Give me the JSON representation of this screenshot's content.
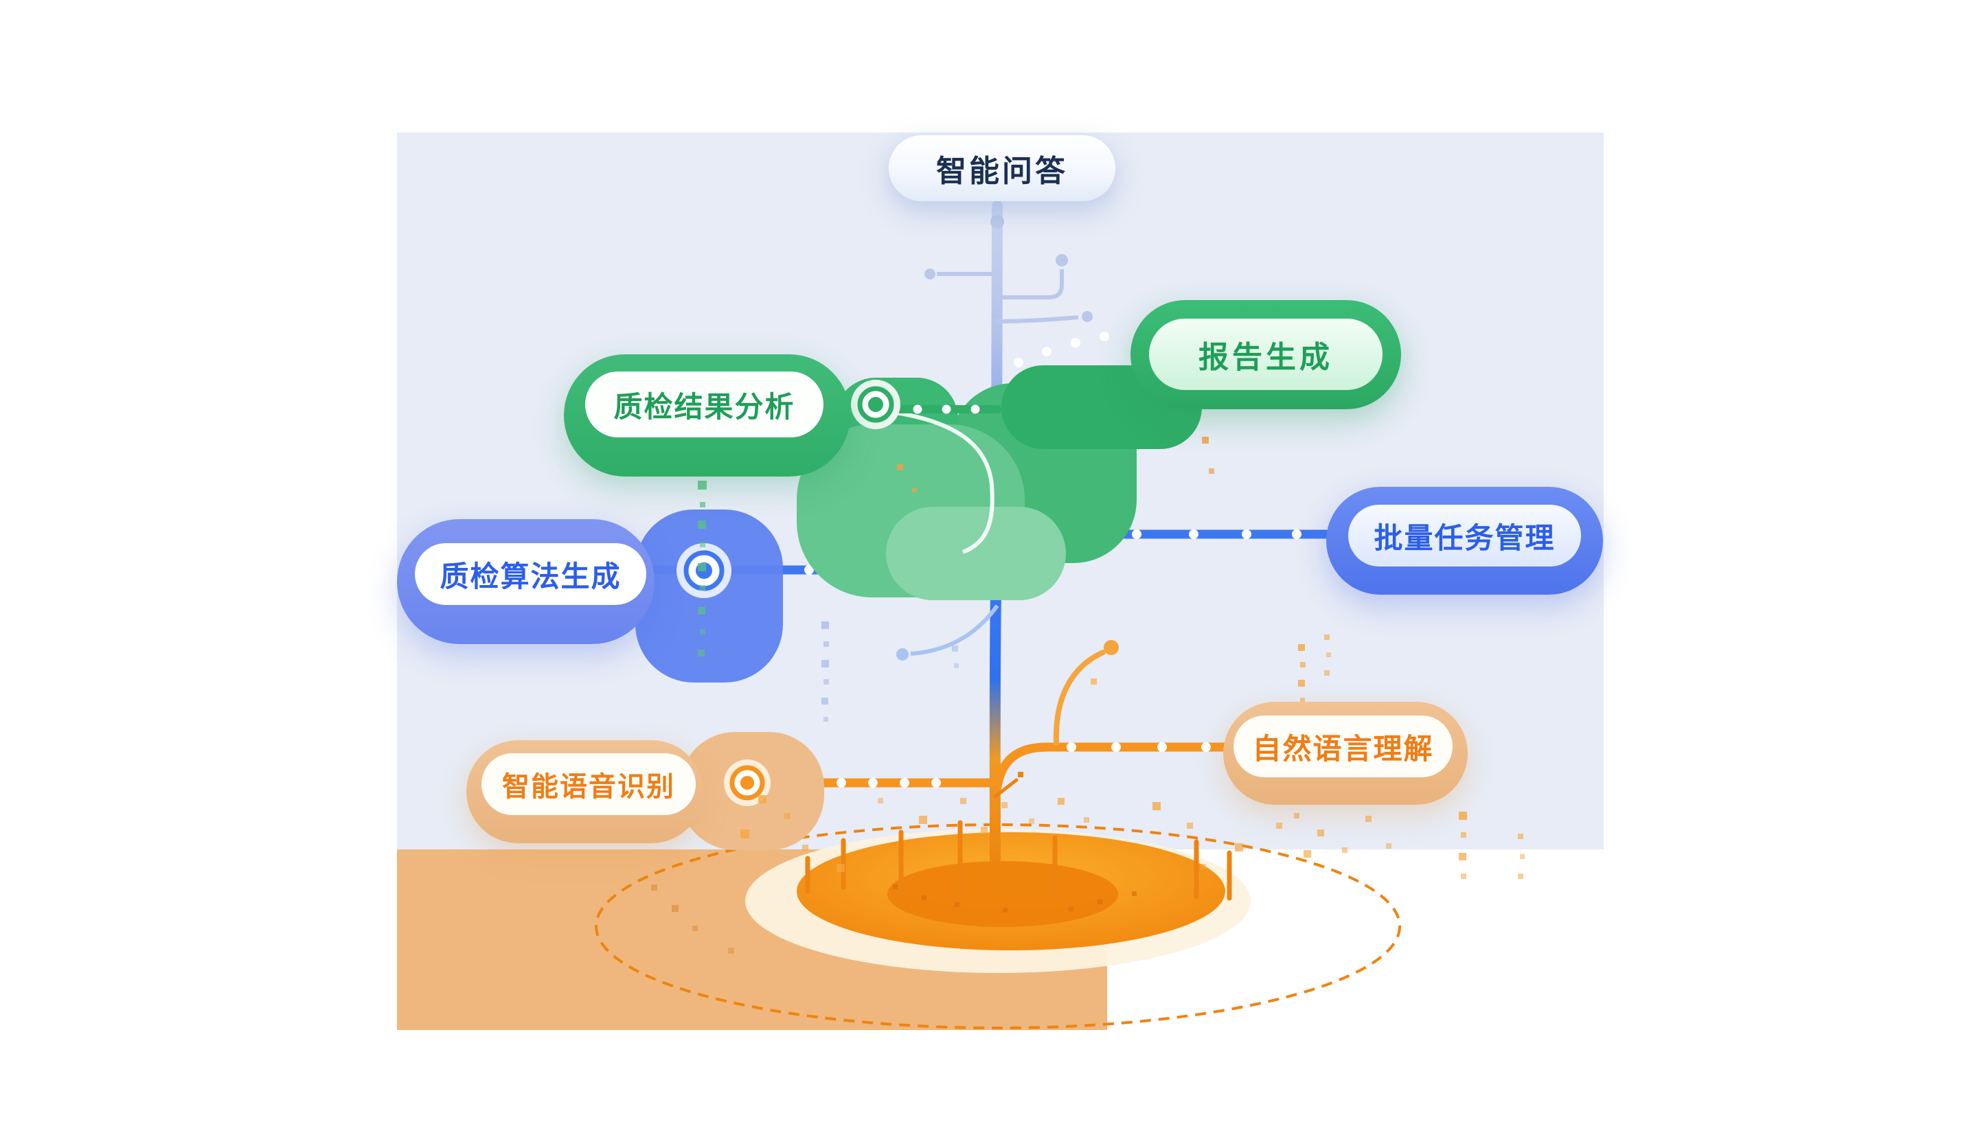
{
  "palette": {
    "bg-panel": "#e7ecf6",
    "ground": "#efb77d",
    "green-dark": "#2fae68",
    "green-mid": "#43b877",
    "green-light": "#63c78f",
    "green-lighter": "#86d4a8",
    "green-text": "#1e9e57",
    "blue-line": "#3e78f0",
    "blue-outer": "#5f83f0",
    "blue-text": "#2c5ee8",
    "periwinkle": "#bcc8ea",
    "periwinkle-light": "#a9c4f2",
    "orange-line": "#f5941f",
    "orange-deep": "#ee8410",
    "orange-text": "#f07d16",
    "tan-outer": "#eebc8a",
    "qa-text": "#1c2f54"
  },
  "nodes": [
    {
      "id": "intelligent-qa",
      "label": "智能问答"
    },
    {
      "id": "report-generation",
      "label": "报告生成"
    },
    {
      "id": "qc-result-analysis",
      "label": "质检结果分析"
    },
    {
      "id": "batch-task-management",
      "label": "批量任务管理"
    },
    {
      "id": "qc-algorithm-generation",
      "label": "质检算法生成"
    },
    {
      "id": "natural-language-understanding",
      "label": "自然语言理解"
    },
    {
      "id": "speech-recognition",
      "label": "智能语音识别"
    }
  ]
}
